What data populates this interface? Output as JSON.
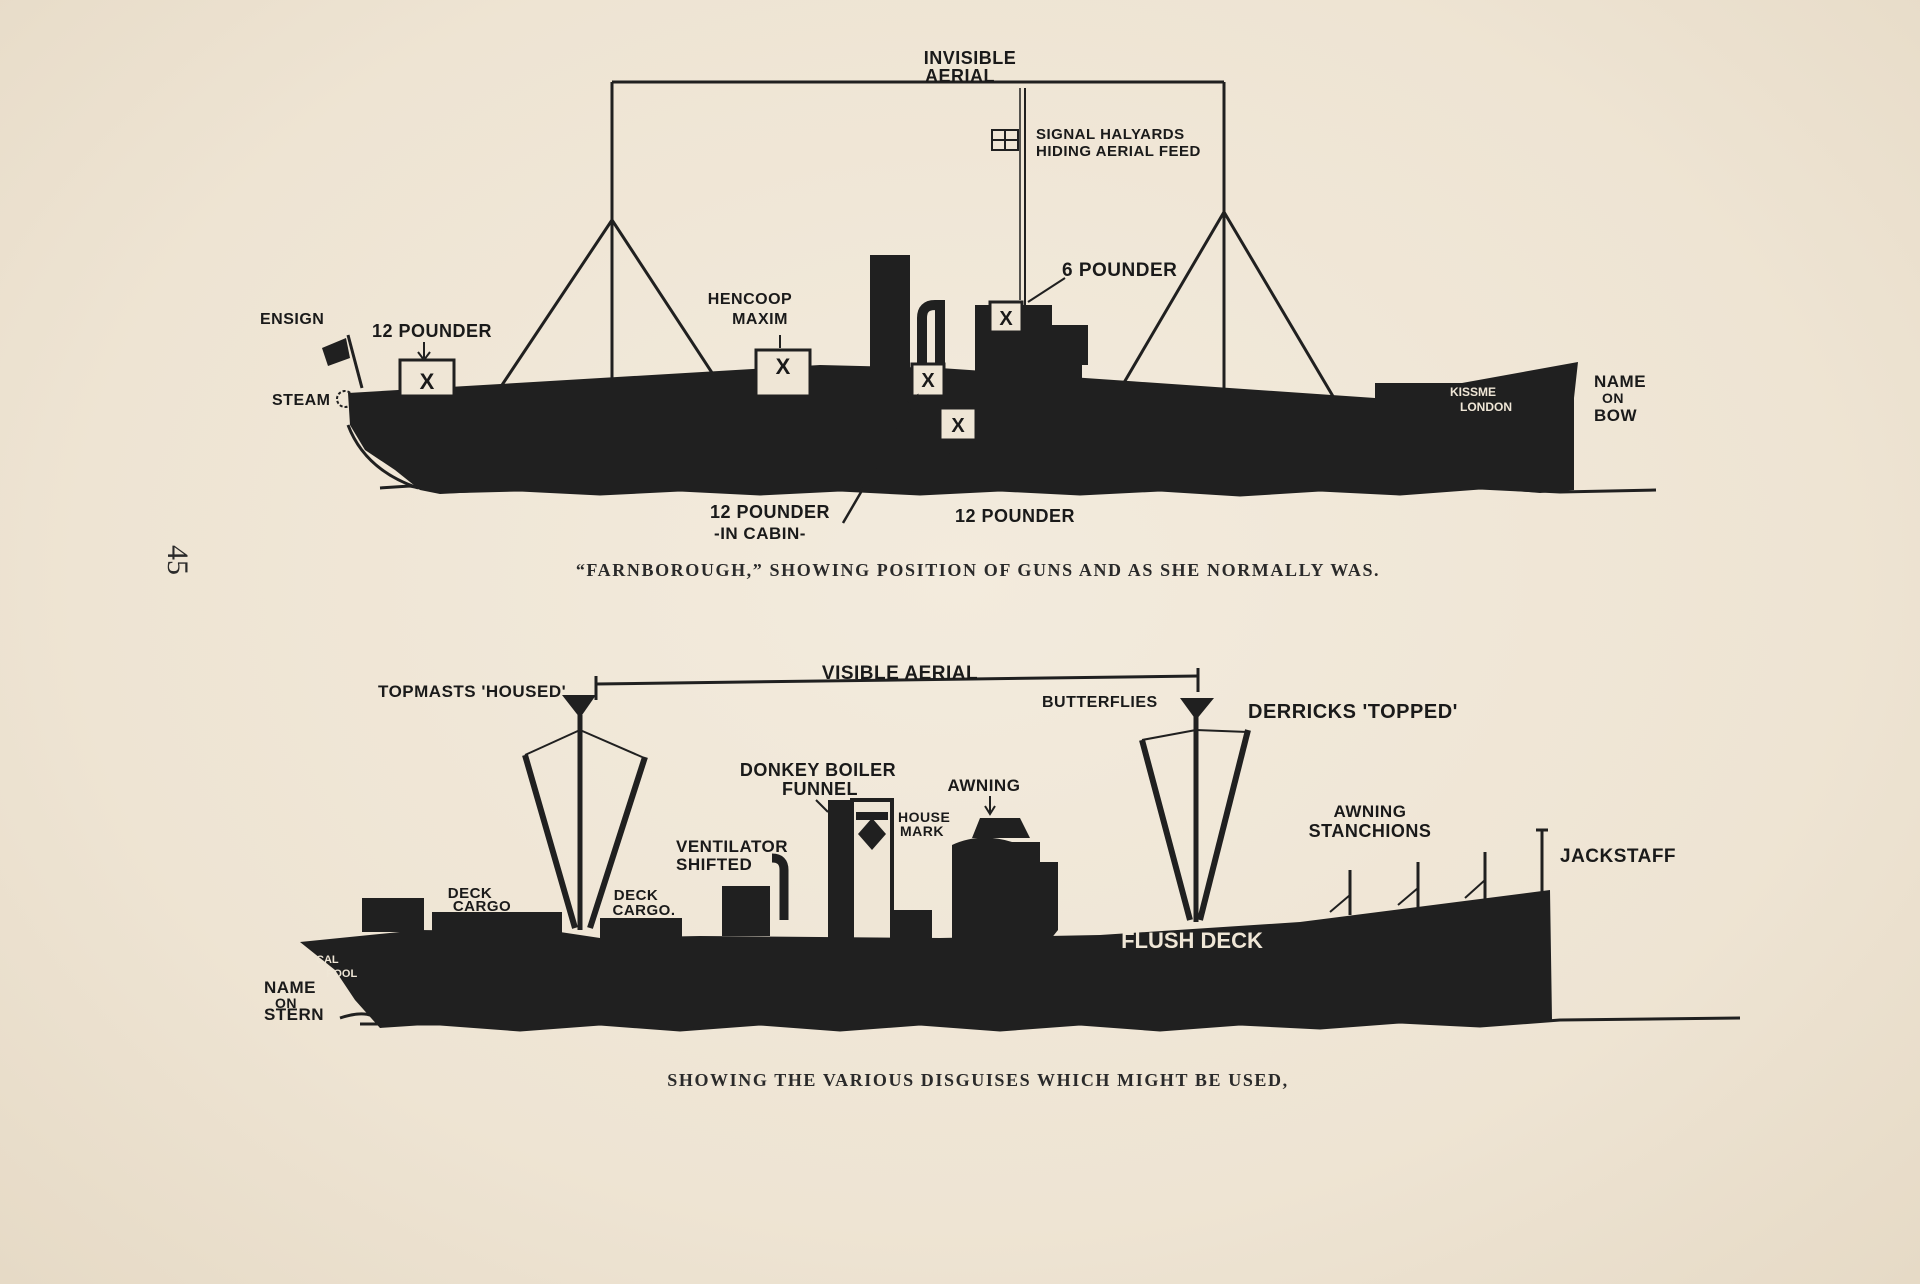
{
  "page_number": "45",
  "top_figure": {
    "caption": "“FARNBOROUGH,” SHOWING POSITION OF GUNS AND AS SHE NORMALLY WAS.",
    "labels": {
      "invisible": "INVISIBLE",
      "aerial": "AERIAL",
      "signal_halyards": "SIGNAL HALYARDS",
      "hiding_aerial_feed": "HIDING AERIAL FEED",
      "six_pounder": "6 POUNDER",
      "hencoop": "HENCOOP",
      "maxim": "MAXIM",
      "ensign": "ENSIGN",
      "twelve_pounder_aft": "12 POUNDER",
      "steam": "STEAM",
      "twelve_pounder_in_cabin_1": "12 POUNDER",
      "twelve_pounder_in_cabin_2": "-IN CABIN-",
      "twelve_pounder_mid": "12 POUNDER",
      "name_on_bow_1": "NAME",
      "name_on_bow_2": "ON",
      "name_on_bow_3": "BOW",
      "ship_name": "KISSME",
      "port_name": "LONDON",
      "gun_mark": "X"
    }
  },
  "bottom_figure": {
    "caption": "SHOWING THE VARIOUS DISGUISES WHICH MIGHT BE USED,",
    "labels": {
      "visible_aerial": "VISIBLE AERIAL",
      "topmasts_housed": "TOPMASTS 'HOUSED'",
      "butterflies": "BUTTERFLIES",
      "derricks_topped": "DERRICKS 'TOPPED'",
      "donkey_boiler": "DONKEY BOILER",
      "funnel": "FUNNEL",
      "awning": "AWNING",
      "house": "HOUSE",
      "mark": "MARK",
      "ventilator": "VENTILATOR",
      "shifted": "SHIFTED",
      "awning_stanchions_1": "AWNING",
      "awning_stanchions_2": "STANCHIONS",
      "jackstaff": "JACKSTAFF",
      "deck_cargo_aft_1": "DECK",
      "deck_cargo_aft_2": "CARGO",
      "deck_cargo_mid_1": "DECK",
      "deck_cargo_mid_2": "CARGO.",
      "flush_deck": "FLUSH DECK",
      "stern_name_1": "CAL",
      "stern_name_2": "POOL",
      "name_on_stern_1": "NAME",
      "name_on_stern_2": "ON",
      "name_on_stern_3": "STERN"
    }
  }
}
